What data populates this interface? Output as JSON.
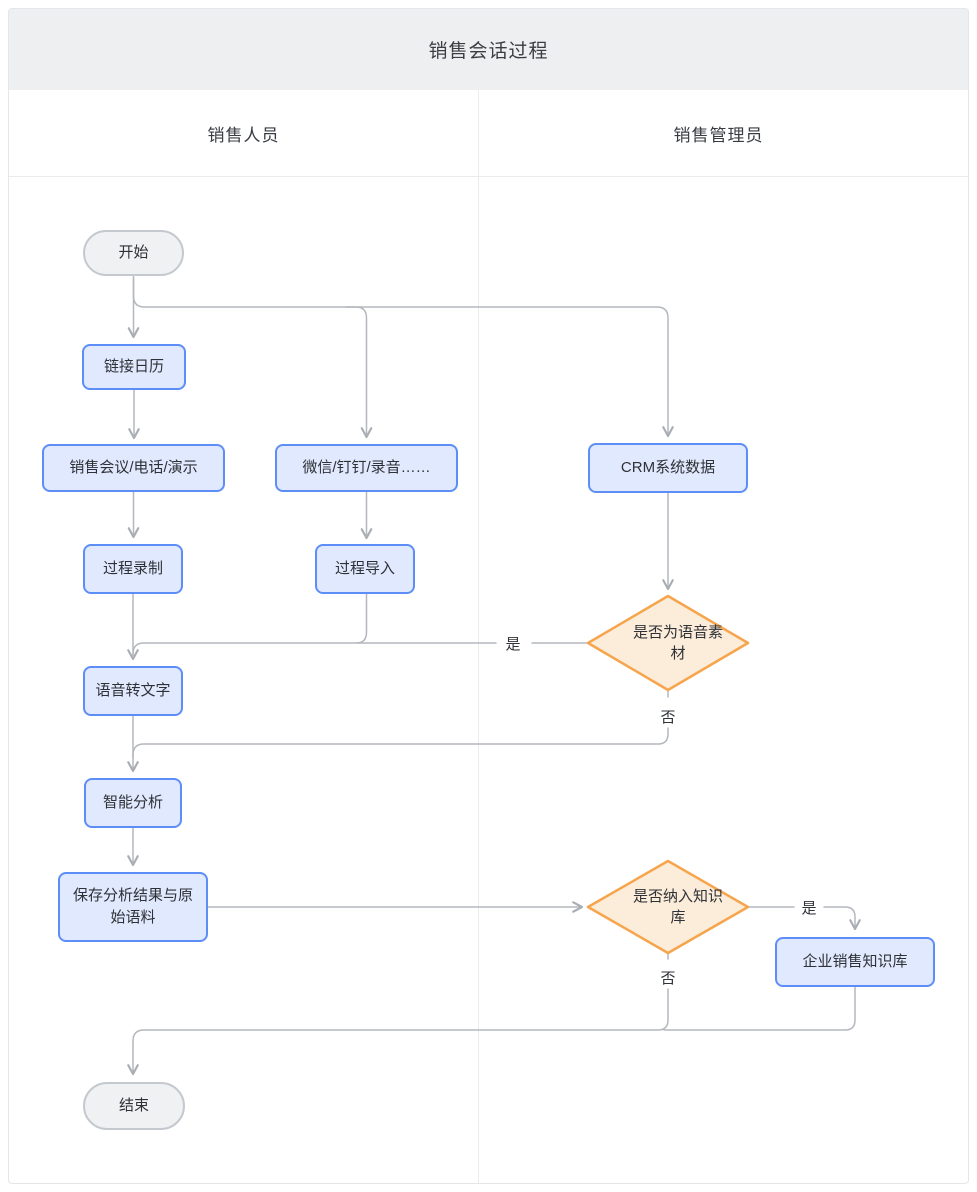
{
  "title": "销售会话过程",
  "lanes": [
    {
      "label": "销售人员"
    },
    {
      "label": "销售管理员"
    }
  ],
  "flowchart": {
    "nodes": {
      "start": {
        "label": "开始",
        "type": "terminal",
        "lane": "销售人员"
      },
      "link_calendar": {
        "label": "链接日历",
        "type": "process",
        "lane": "销售人员"
      },
      "sales_meeting": {
        "label": "销售会议/电话/演示",
        "type": "process",
        "lane": "销售人员"
      },
      "wechat_dingtalk": {
        "label": "微信/钉钉/录音……",
        "type": "process",
        "lane": "销售人员"
      },
      "crm_data": {
        "label": "CRM系统数据",
        "type": "process",
        "lane": "销售管理员"
      },
      "process_record": {
        "label": "过程录制",
        "type": "process",
        "lane": "销售人员"
      },
      "process_import": {
        "label": "过程导入",
        "type": "process",
        "lane": "销售人员"
      },
      "is_voice_material": {
        "label": "是否为语音素材",
        "type": "decision",
        "lane": "销售管理员"
      },
      "speech_to_text": {
        "label": "语音转文字",
        "type": "process",
        "lane": "销售人员"
      },
      "smart_analysis": {
        "label": "智能分析",
        "type": "process",
        "lane": "销售人员"
      },
      "save_results": {
        "label": "保存分析结果与原始语料",
        "type": "process",
        "lane": "销售人员"
      },
      "include_in_kb": {
        "label": "是否纳入知识库",
        "type": "decision",
        "lane": "销售管理员"
      },
      "enterprise_kb": {
        "label": "企业销售知识库",
        "type": "process",
        "lane": "销售管理员"
      },
      "end": {
        "label": "结束",
        "type": "terminal",
        "lane": "销售人员"
      }
    },
    "edges": [
      {
        "from": "start",
        "to": "link_calendar",
        "label": ""
      },
      {
        "from": "start",
        "to": "wechat_dingtalk",
        "label": ""
      },
      {
        "from": "start",
        "to": "crm_data",
        "label": ""
      },
      {
        "from": "link_calendar",
        "to": "sales_meeting",
        "label": ""
      },
      {
        "from": "sales_meeting",
        "to": "process_record",
        "label": ""
      },
      {
        "from": "wechat_dingtalk",
        "to": "process_import",
        "label": ""
      },
      {
        "from": "process_record",
        "to": "speech_to_text",
        "label": ""
      },
      {
        "from": "process_import",
        "to": "speech_to_text",
        "label": ""
      },
      {
        "from": "crm_data",
        "to": "is_voice_material",
        "label": ""
      },
      {
        "from": "is_voice_material",
        "to": "speech_to_text",
        "label": "是"
      },
      {
        "from": "is_voice_material",
        "to": "smart_analysis",
        "label": "否"
      },
      {
        "from": "speech_to_text",
        "to": "smart_analysis",
        "label": ""
      },
      {
        "from": "smart_analysis",
        "to": "save_results",
        "label": ""
      },
      {
        "from": "save_results",
        "to": "include_in_kb",
        "label": ""
      },
      {
        "from": "include_in_kb",
        "to": "enterprise_kb",
        "label": "是"
      },
      {
        "from": "include_in_kb",
        "to": "end",
        "label": "否"
      },
      {
        "from": "enterprise_kb",
        "to": "end",
        "label": ""
      }
    ]
  },
  "colors": {
    "title_band_bg": "#edeff1",
    "process_fill": "#e1e9fe",
    "process_border": "#5d8ef8",
    "terminal_fill": "#eff1f3",
    "terminal_border": "#c4c9cf",
    "decision_fill": "#fcecda",
    "decision_border": "#f6a54c",
    "edge_line": "#b4b8be",
    "grid_line": "#e9ebee",
    "text": "#2e3136"
  }
}
